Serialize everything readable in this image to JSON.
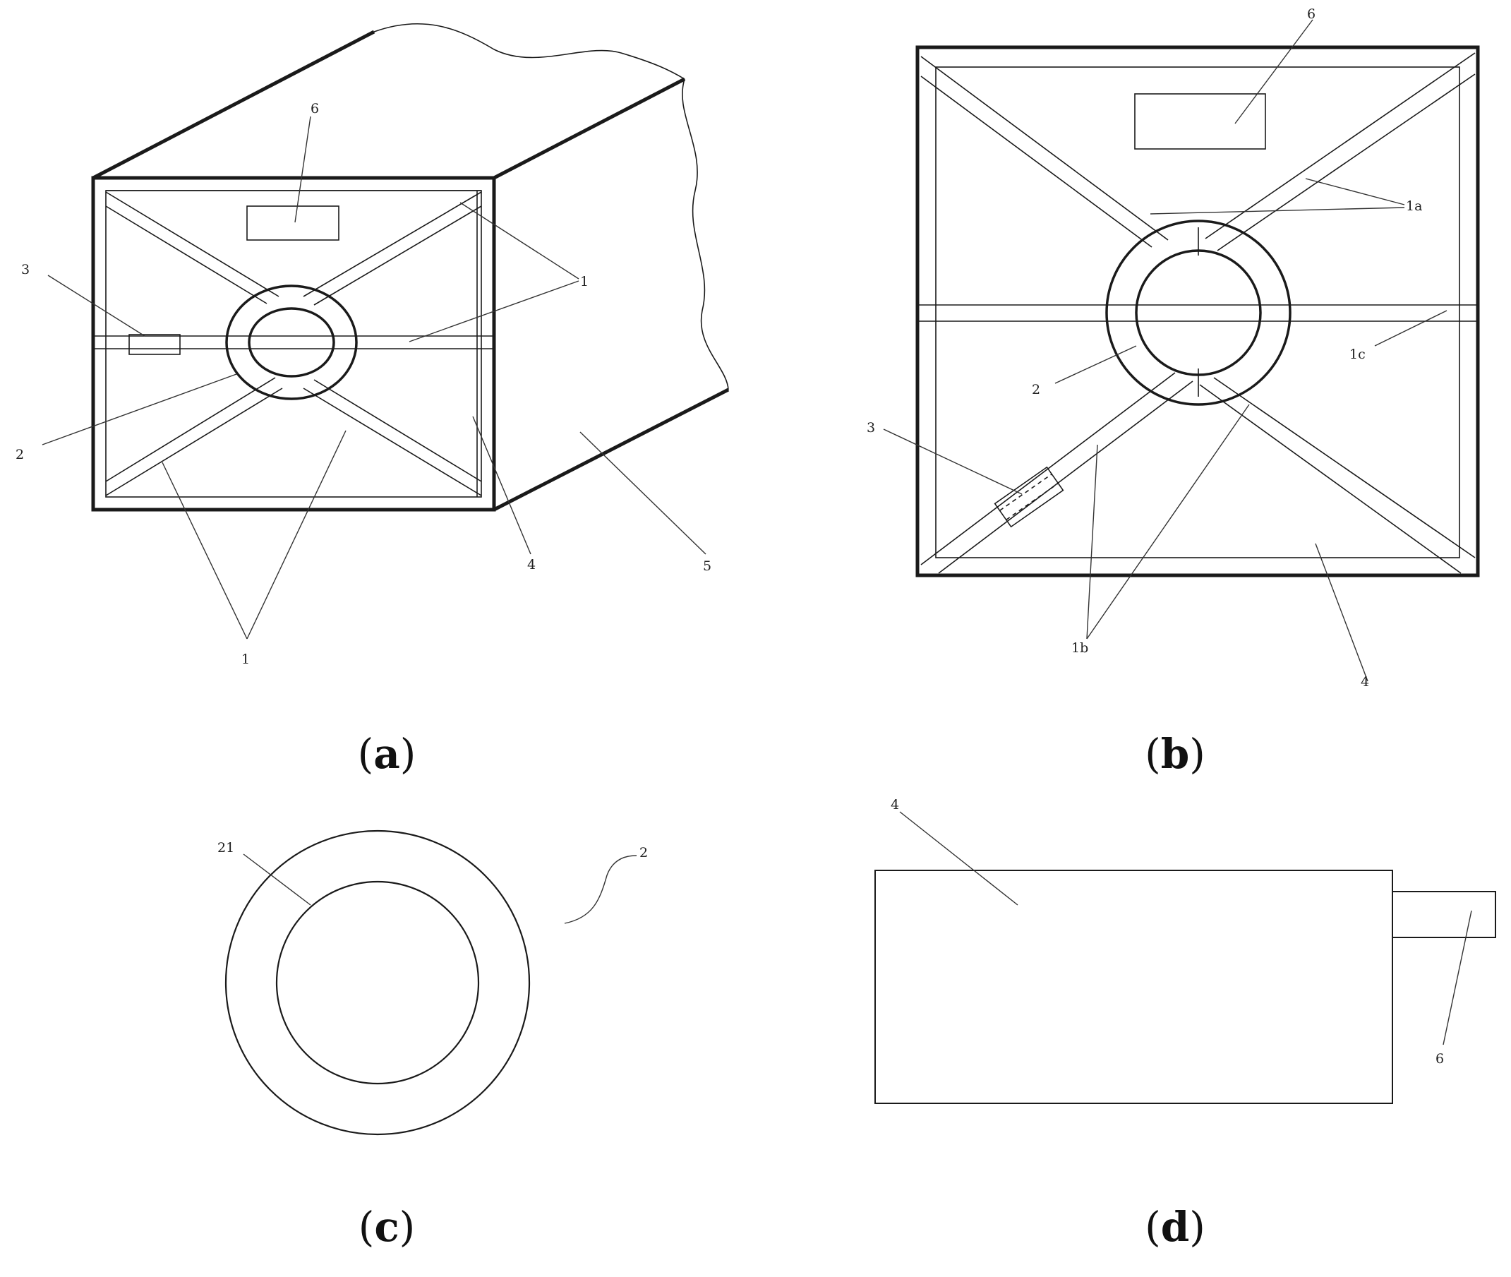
{
  "panels": {
    "a": {
      "caption_open": "(",
      "caption_letter": "a",
      "caption_close": ")",
      "labels": {
        "frame_label": "1",
        "ring_label": "2",
        "sensor_label": "3",
        "plate_label": "4",
        "duct_label": "5",
        "box_label": "6",
        "bottom_label": "1"
      }
    },
    "b": {
      "caption_open": "(",
      "caption_letter": "b",
      "caption_close": ")",
      "labels": {
        "box_label": "6",
        "upper_rods_label": "1a",
        "horizontal_rod_label": "1c",
        "ring_label": "2",
        "sensor_label": "3",
        "lower_rods_label": "1b",
        "plate_label": "4"
      }
    },
    "c": {
      "caption_open": "(",
      "caption_letter": "c",
      "caption_close": ")",
      "labels": {
        "inner_ring_label": "21",
        "ring_label": "2"
      }
    },
    "d": {
      "caption_open": "(",
      "caption_letter": "d",
      "caption_close": ")",
      "labels": {
        "plate_label": "4",
        "box_label": "6"
      }
    }
  }
}
